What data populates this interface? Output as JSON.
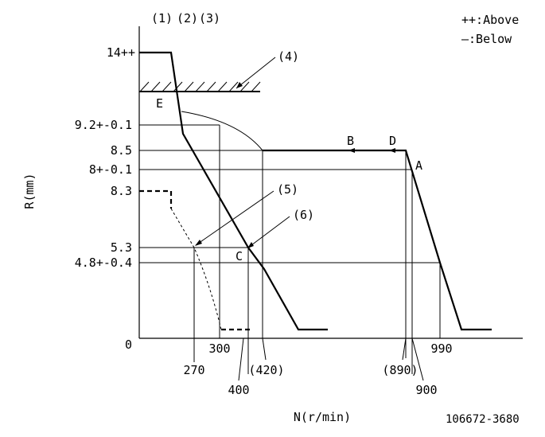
{
  "chart_data": {
    "type": "line",
    "xlabel": "N(r/min)",
    "ylabel": "R(mm)",
    "legend": {
      "above": "++:Above",
      "below": "—:Below"
    },
    "figure_code": "106672-3680",
    "top_labels": [
      "(1)",
      "(2)",
      "(3)"
    ],
    "x_labels": {
      "l270": "270",
      "l300": "300",
      "l400": "400",
      "l420": "(420)",
      "l890": "(890)",
      "l900": "900",
      "l990": "990"
    },
    "y_labels": {
      "y14": "14++",
      "y92": "9.2+-0.1",
      "y85": "8.5",
      "y8": "8+-0.1",
      "y83": "8.3",
      "y53": "5.3",
      "y48": "4.8+-0.4",
      "y0": "0"
    },
    "points": {
      "A": "A",
      "B": "B",
      "C": "C",
      "D": "D",
      "E": "E"
    },
    "callouts": {
      "c4": "(4)",
      "c5": "(5)",
      "c6": "(6)"
    }
  }
}
